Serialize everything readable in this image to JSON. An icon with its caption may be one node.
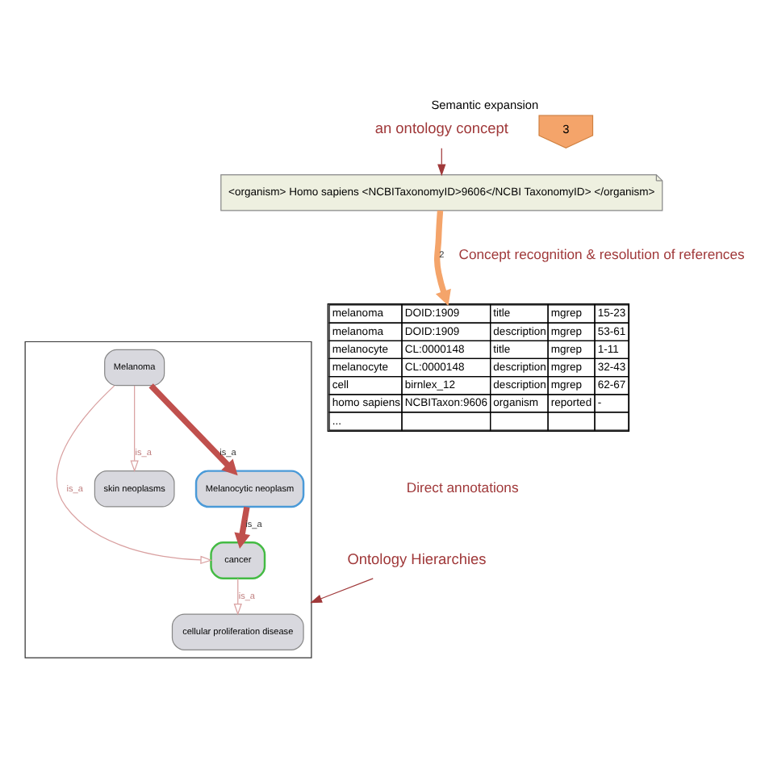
{
  "diagram": {
    "nodes": [
      {
        "text": [
          "<organism> Homo sapiens <NCBITaxonomyID>9606</NCBI TaxonomyID> </organism>"
        ]
      },
      {
        "text": [
          "an ontology concept"
        ]
      },
      {
        "text": [
          "melanoma",
          "DOID:1909",
          "title",
          "mgrep",
          "15-23",
          "melanoma",
          "DOID:1909",
          "description",
          "mgrep",
          "53-61",
          "melanocyte",
          "CL:0000148",
          "title",
          "mgrep",
          "1-11",
          "melanocyte",
          "CL:0000148",
          "description",
          "mgrep",
          "32-43",
          "cell",
          "birnlex_12",
          "description",
          "mgrep",
          "62-67",
          "homo sapiens",
          "NCBITaxon:9606",
          "organism",
          "reported",
          "-",
          "..."
        ]
      },
      {
        "text": [
          "Ontology Hierarchies"
        ]
      },
      {
        "text": [],
        "shape": "box"
      },
      {
        "text": [
          "cellular proliferation disease"
        ],
        "in": 4
      },
      {
        "text": [
          "cancer"
        ],
        "in": 4
      },
      {
        "text": [
          "skin neoplasms"
        ],
        "in": 4
      },
      {
        "text": [
          "Melanocytic neoplasm"
        ],
        "in": 4
      },
      {
        "text": [
          "Melanoma"
        ],
        "in": 4
      },
      {
        "text": [
          "3"
        ],
        "beside": [
          "Semantic expansion"
        ]
      }
    ],
    "edges": [
      {
        "from": 1,
        "to": 0,
        "arrow": "to",
        "color": "#a0393a"
      },
      {
        "from": 0,
        "to": 2,
        "arrow": "to",
        "label": "2",
        "style": "thick",
        "color": "#f4a46a"
      },
      {
        "from": 3,
        "to": 4,
        "arrow": "to",
        "color": "#a0393a"
      },
      {
        "from": 6,
        "to": 5,
        "arrow": "to",
        "label": "is_a"
      },
      {
        "from": 8,
        "to": 6,
        "arrow": "to",
        "label": "is_a",
        "style": "thick",
        "color": "#c0504d"
      },
      {
        "from": 9,
        "to": 7,
        "arrow": "to",
        "label": "is_a"
      },
      {
        "from": 9,
        "to": 6,
        "arrow": "to",
        "label": "is_a"
      },
      {
        "from": 9,
        "to": 8,
        "arrow": "to",
        "label": "is_a",
        "style": "thick",
        "color": "#c0504d"
      }
    ],
    "labels": [
      "Concept recognition & resolution of references",
      "Direct annotations"
    ]
  }
}
